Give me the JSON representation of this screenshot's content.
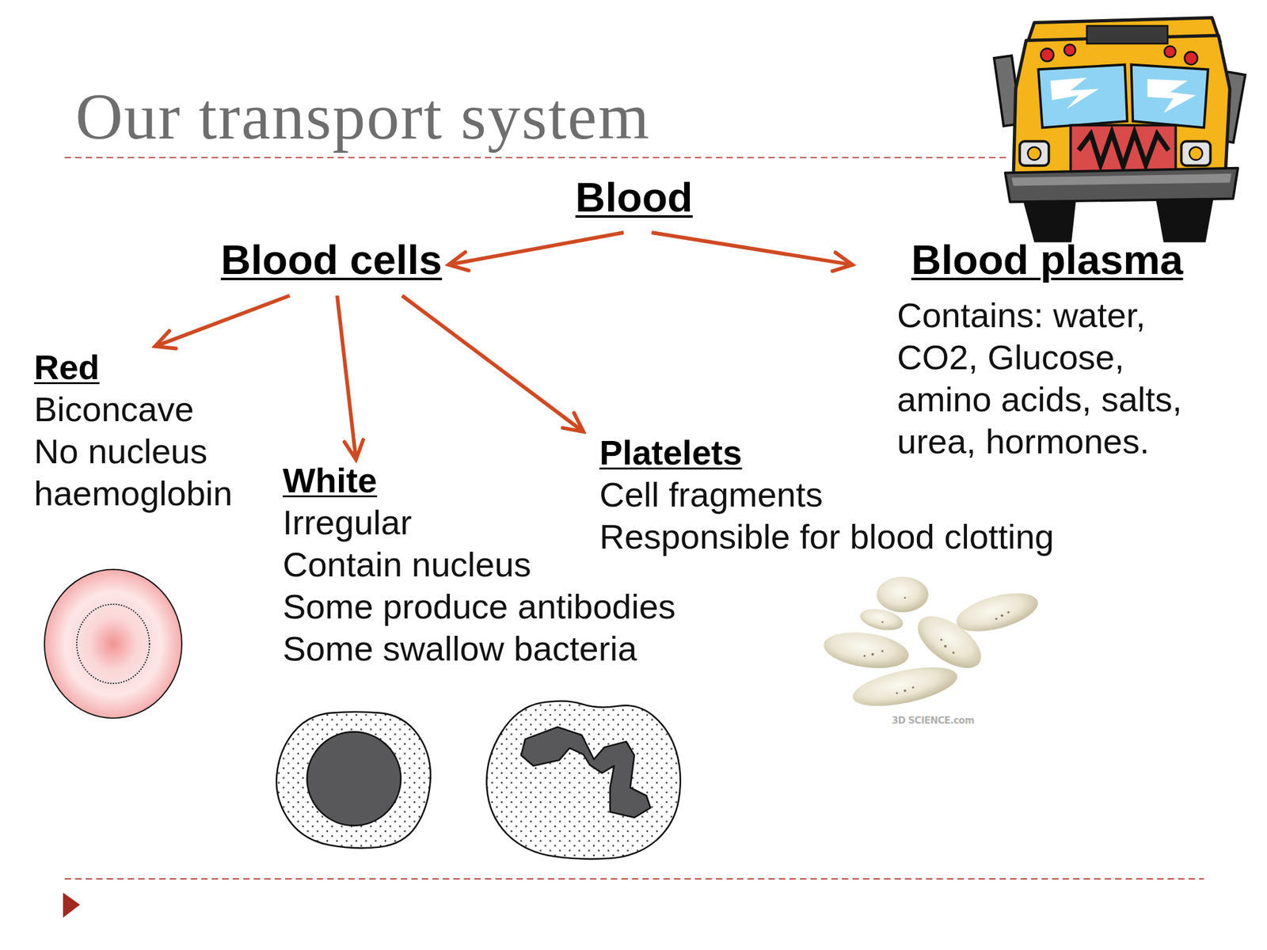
{
  "diagram": {
    "title": "Our transport system",
    "nodes": [
      {
        "text": [
          "Blood"
        ]
      },
      {
        "text": [
          "Blood cells"
        ]
      },
      {
        "text": [
          "Blood plasma",
          "Contains: water, CO2, Glucose, amino acids, salts, urea, hormones."
        ]
      },
      {
        "text": [
          "Red",
          "Biconcave",
          "No nucleus",
          "haemoglobin"
        ]
      },
      {
        "text": [
          "White",
          "Irregular",
          "Contain nucleus",
          "Some produce antibodies",
          "Some swallow bacteria"
        ]
      },
      {
        "text": [
          "Platelets",
          "Cell fragments",
          "Responsible for blood clotting"
        ]
      }
    ],
    "edges": [
      {
        "from": 0,
        "to": 1,
        "arrow": "to"
      },
      {
        "from": 0,
        "to": 2,
        "arrow": "to"
      },
      {
        "from": 1,
        "to": 3,
        "arrow": "to"
      },
      {
        "from": 1,
        "to": 4,
        "arrow": "to"
      },
      {
        "from": 1,
        "to": 5,
        "arrow": "to"
      }
    ],
    "labels": [
      "3D SCIENCE.com"
    ]
  }
}
